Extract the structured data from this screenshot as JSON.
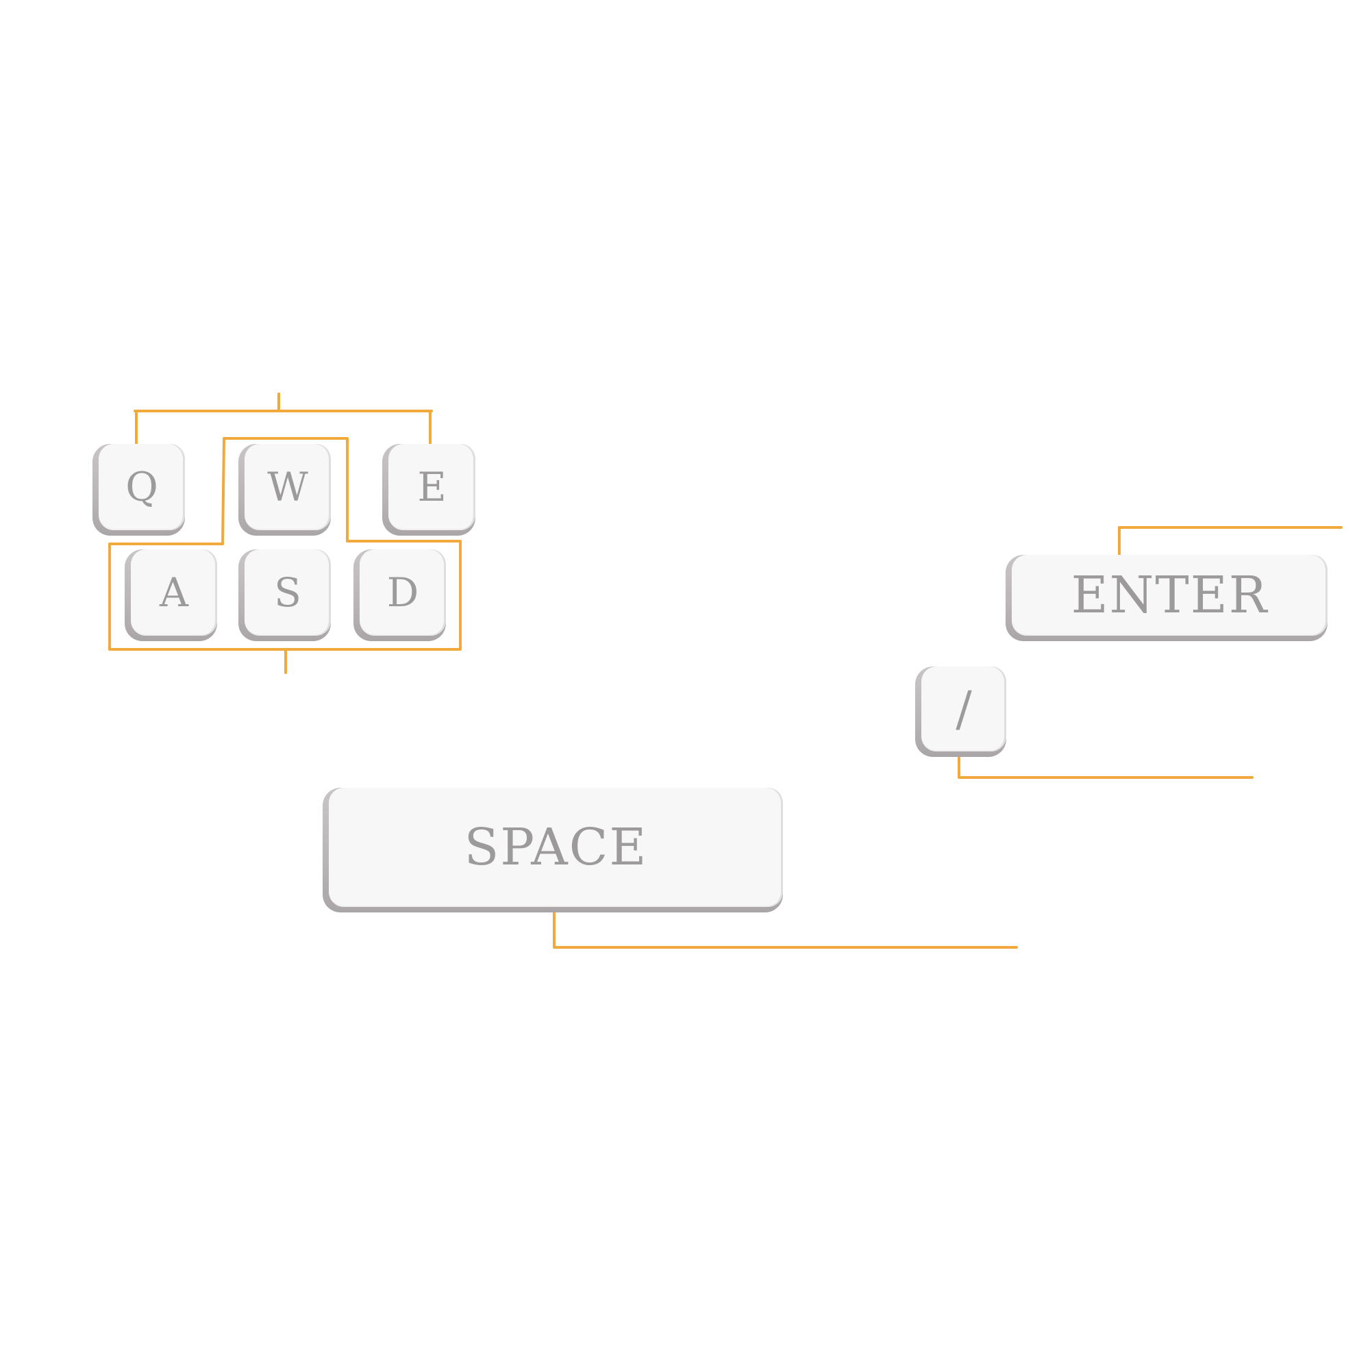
{
  "keys": {
    "q": "Q",
    "w": "W",
    "e": "E",
    "a": "A",
    "s": "S",
    "d": "D",
    "enter": "ENTER",
    "slash": "/",
    "space": "SPACE"
  },
  "colors": {
    "connector": "#f0a93a",
    "key_face": "#f7f7f7",
    "key_shadow": "#b9b5b6",
    "key_text": "#9d9a9b",
    "background": "#ffffff"
  }
}
